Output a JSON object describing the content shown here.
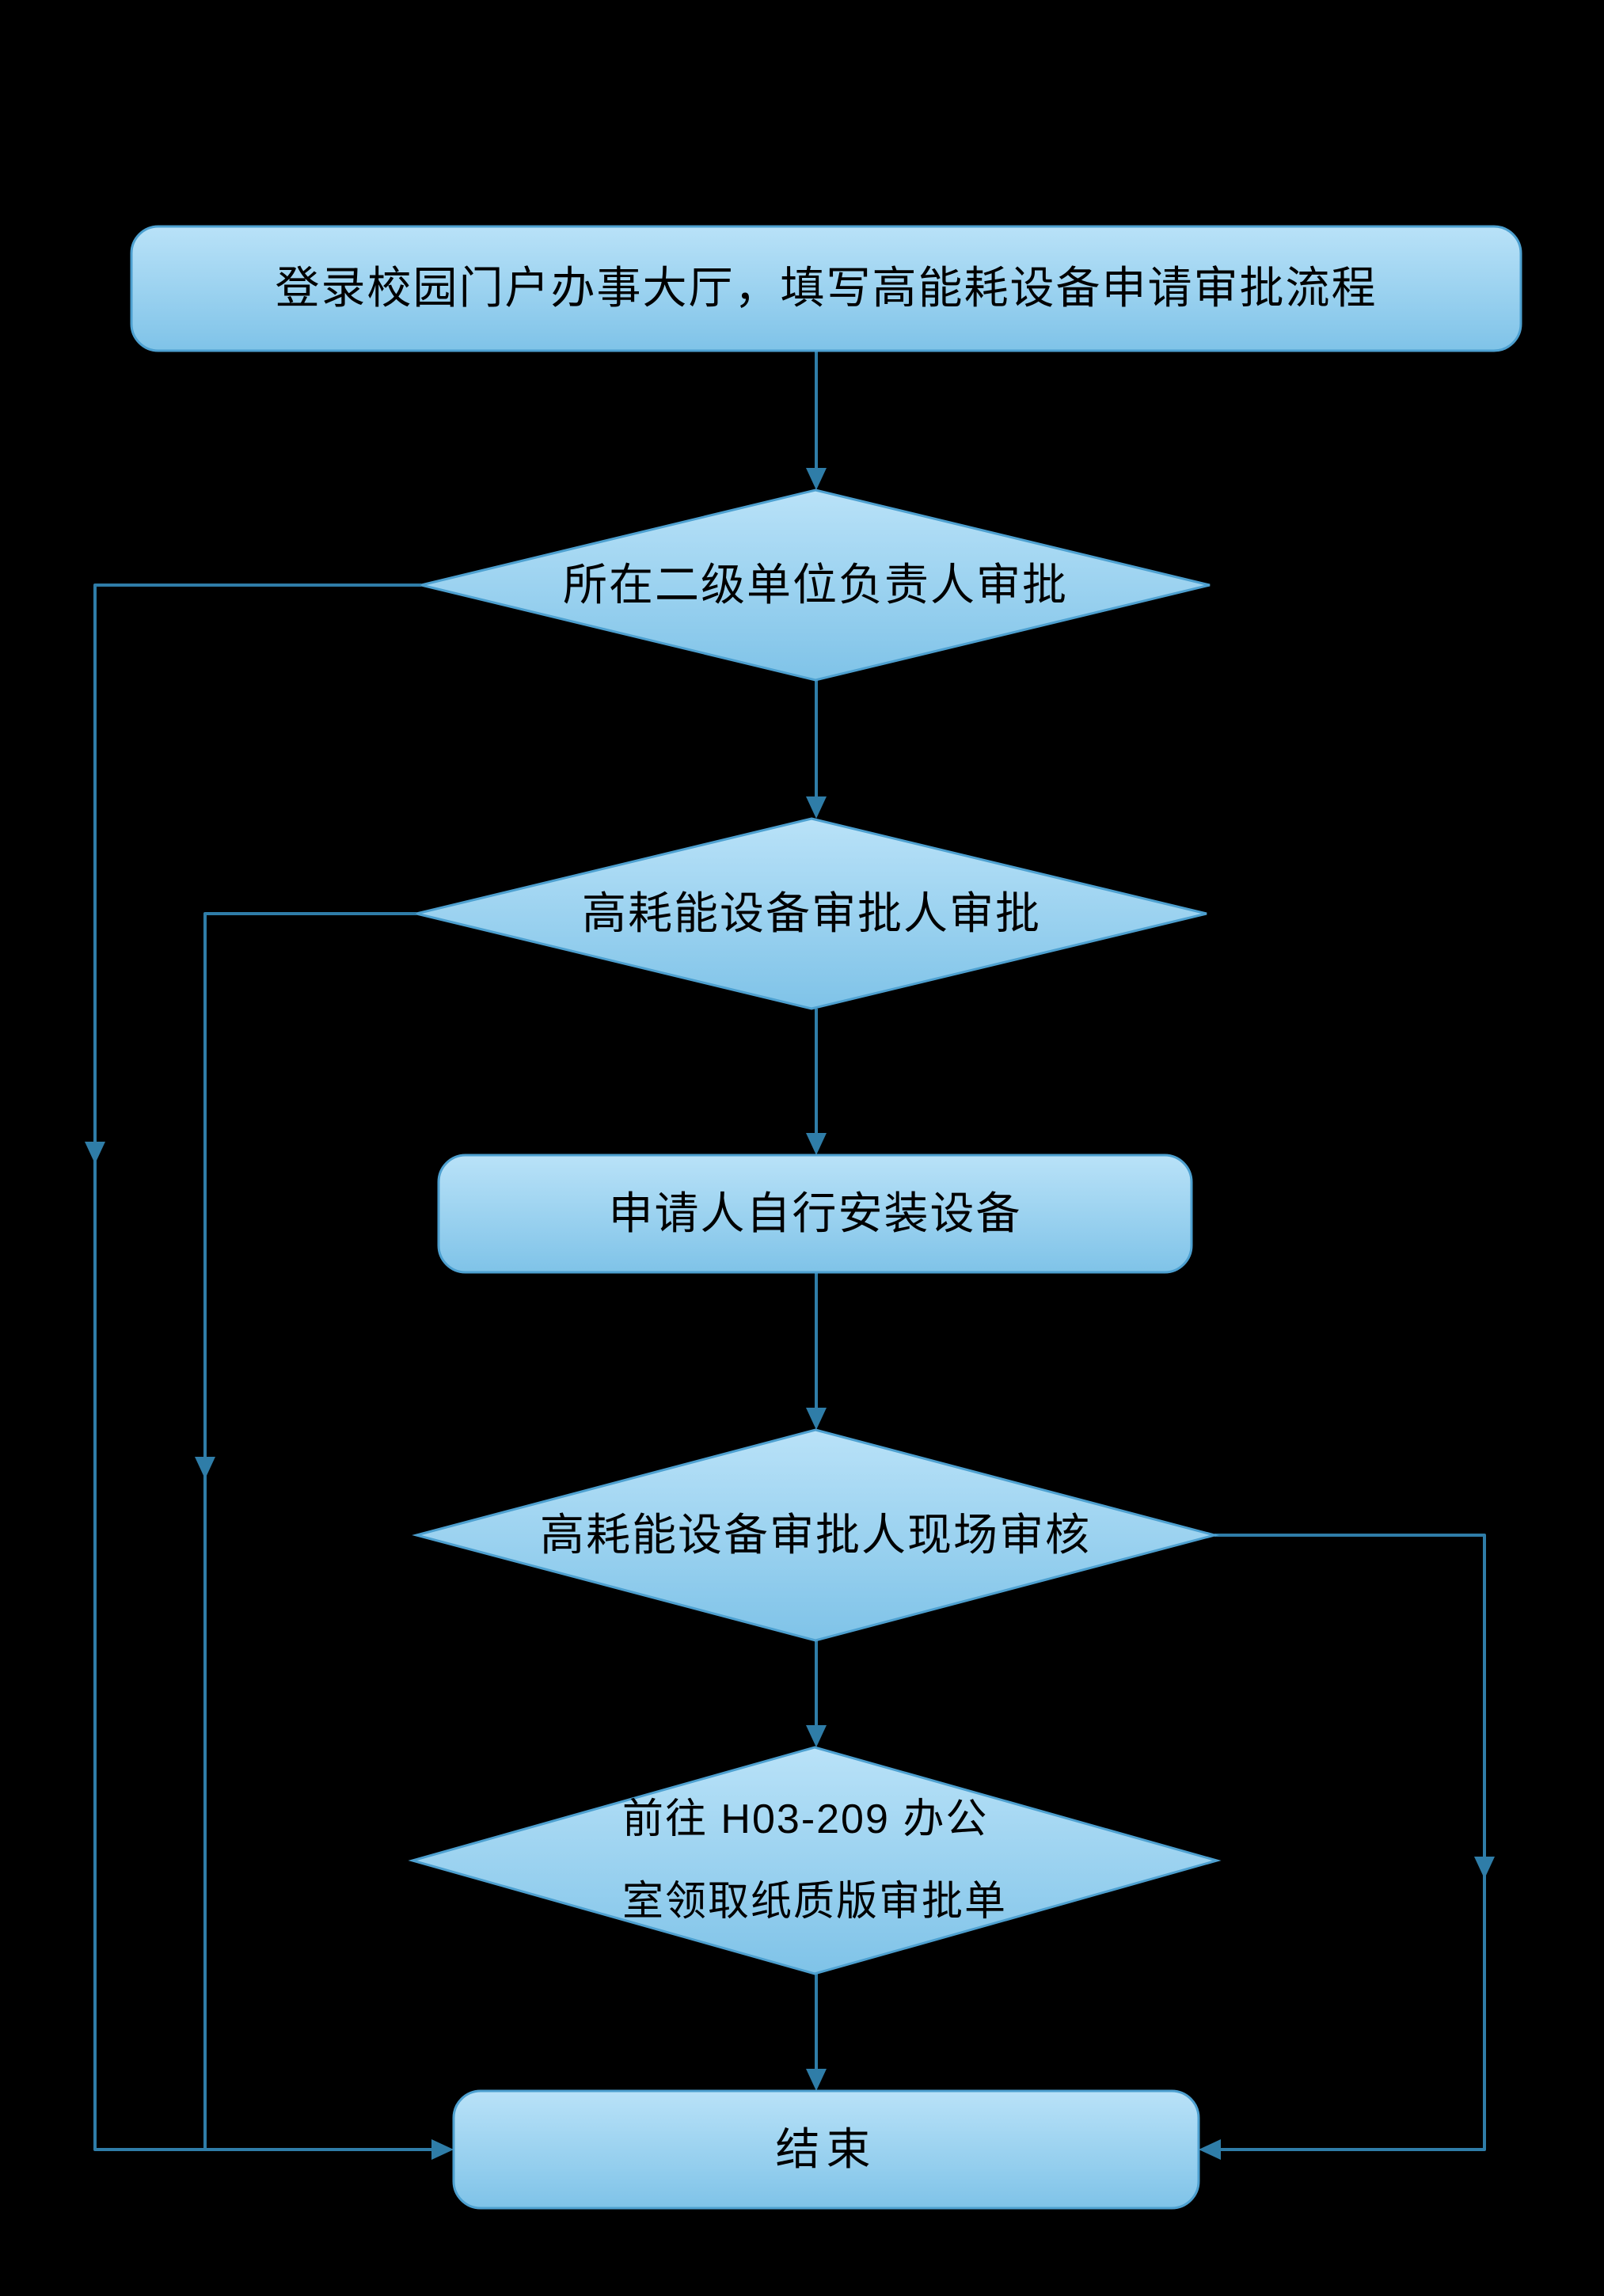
{
  "theme": {
    "background": "#000000",
    "shape_fill_top": "#b9e2f8",
    "shape_fill_bottom": "#7fc3e8",
    "shape_border": "#4da0d0",
    "connector_color": "#2f7da8",
    "text_color": "#000000"
  },
  "flowchart": {
    "nodes": {
      "start": {
        "type": "process",
        "label": "登录校园门户办事大厅，填写高能耗设备申请审批流程"
      },
      "unit_leader_review": {
        "type": "decision",
        "label": "所在二级单位负责人审批"
      },
      "device_approver_review": {
        "type": "decision",
        "label": "高耗能设备审批人审批"
      },
      "self_install": {
        "type": "process",
        "label": "申请人自行安装设备"
      },
      "onsite_review": {
        "type": "decision",
        "label": "高耗能设备审批人现场审核"
      },
      "collect_form": {
        "type": "decision",
        "line1": "前往  H03-209  办公",
        "line2": "室领取纸质版审批单"
      },
      "end": {
        "type": "terminator",
        "label": "结束"
      }
    }
  }
}
